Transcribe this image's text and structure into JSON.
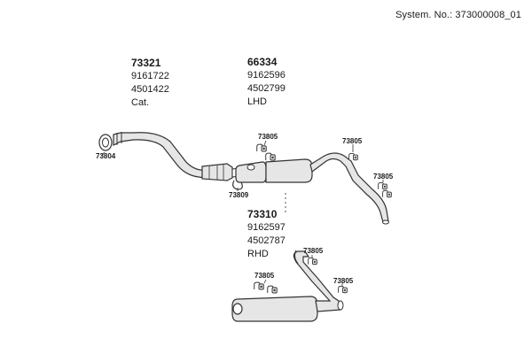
{
  "header": {
    "system_label": "System. No.: 373000008_01"
  },
  "parts": [
    {
      "number": "73321",
      "codes": [
        "9161722",
        "4501422"
      ],
      "note": "Cat."
    },
    {
      "number": "66334",
      "codes": [
        "9162596",
        "4502799"
      ],
      "note": "LHD"
    },
    {
      "number": "73310",
      "codes": [
        "9162597",
        "4502787"
      ],
      "note": "RHD"
    }
  ],
  "callouts": {
    "gasket_front": "73804",
    "clamp_cat": "73809",
    "hanger_top_left": "73805",
    "hanger_top_right_a": "73805",
    "hanger_top_right_b": "73805",
    "hanger_rhd_a": "73805",
    "hanger_rhd_b": "73805",
    "hanger_rhd_c": "73805"
  },
  "colors": {
    "line": "#333333",
    "fill": "#e6e6e6",
    "text": "#1a1a1a"
  }
}
